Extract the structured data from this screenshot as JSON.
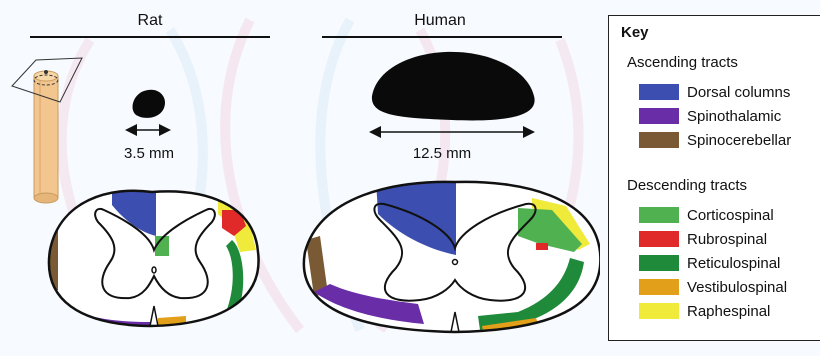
{
  "panels": {
    "rat": {
      "title": "Rat",
      "size_label": "3.5 mm"
    },
    "human": {
      "title": "Human",
      "size_label": "12.5 mm"
    }
  },
  "key": {
    "title": "Key",
    "ascending": {
      "title": "Ascending tracts",
      "items": [
        {
          "label": "Dorsal columns",
          "color": "#3c4fb0"
        },
        {
          "label": "Spinothalamic",
          "color": "#6a2da8"
        },
        {
          "label": "Spinocerebellar",
          "color": "#7a5a34"
        }
      ]
    },
    "descending": {
      "title": "Descending tracts",
      "items": [
        {
          "label": "Corticospinal",
          "color": "#4fb14f"
        },
        {
          "label": "Rubrospinal",
          "color": "#e02a2a"
        },
        {
          "label": "Reticulospinal",
          "color": "#1e8a3a"
        },
        {
          "label": "Vestibulospinal",
          "color": "#e2a01a"
        },
        {
          "label": "Raphespinal",
          "color": "#f0ea3a"
        }
      ]
    }
  },
  "colors": {
    "dorsal_columns": "#3c4fb0",
    "spinothalamic": "#6a2da8",
    "spinocerebellar": "#7a5a34",
    "corticospinal": "#4fb14f",
    "rubrospinal": "#e02a2a",
    "reticulospinal": "#1e8a3a",
    "vestibulospinal": "#e2a01a",
    "raphespinal": "#f0ea3a",
    "cord_model": "#f2c68e"
  }
}
